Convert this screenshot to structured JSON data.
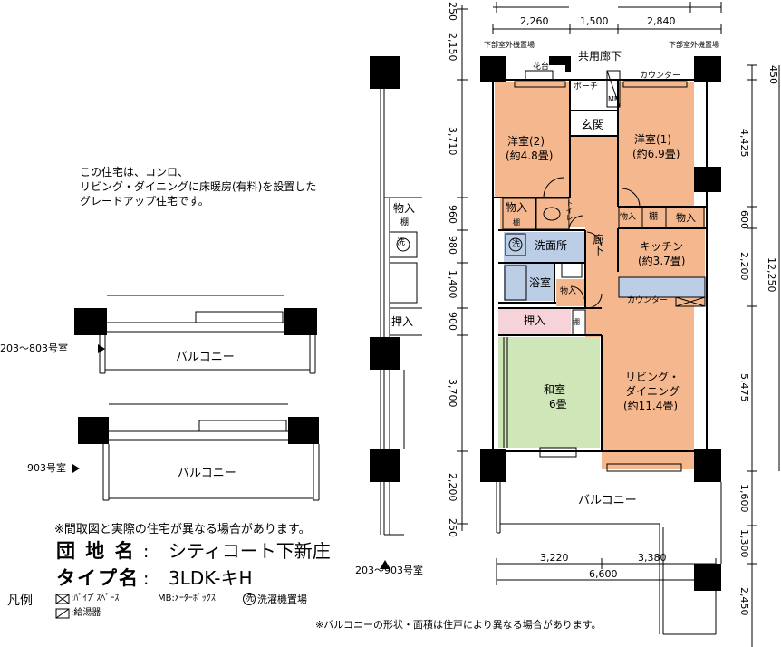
{
  "notes": {
    "intro": [
      "この住宅は、コンロ、",
      "リビング・ダイニングに床暖房(有料)を設置した",
      "グレードアップ住宅です。"
    ],
    "disclaimer1": "※間取図と実際の住宅が異なる場合があります。",
    "disclaimer2": "※バルコニーの形状・面積は住戸により異なる場合があります。"
  },
  "property": {
    "name_label": "団 地 名",
    "name_value": "シティコート下新庄",
    "type_label": "タイプ名",
    "type_value": "3LDK-キH",
    "sep": ":"
  },
  "legend": {
    "title": "凡例",
    "items": [
      ":ﾊﾟｲﾌﾟｽﾍﾟｰｽ",
      "MB:ﾒｰﾀｰﾎﾞｯｸｽ",
      "洗濯機置場",
      ":給湯器"
    ],
    "wash_symbol": "洗"
  },
  "rooms": {
    "western2": [
      "洋室(2)",
      "(約4.8畳)"
    ],
    "western1": [
      "洋室(1)",
      "(約6.9畳)"
    ],
    "entrance": "玄関",
    "porch": "ポーチ",
    "mb": "MB",
    "counter": "カウンター",
    "storage": "物入",
    "shelf": "棚",
    "toilet": "トイレ",
    "washroom": "洗面所",
    "bath": "浴室",
    "corridor": "廊下",
    "kitchen": [
      "キッチン",
      "(約3.7畳)"
    ],
    "oshiire": "押入",
    "japanese": [
      "和室",
      "6畳"
    ],
    "living": [
      "リビング・",
      "ダイニング",
      "(約11.4畳)"
    ],
    "balcony": "バルコニー",
    "common_corridor": "共用廊下",
    "flower": "花台",
    "outdoor_unit": "下部室外機置場"
  },
  "units": {
    "unit_203_803": "203〜803号室",
    "unit_903": "903号室",
    "unit_range": "203〜903号室"
  },
  "dimensions": {
    "top": [
      "2,260",
      "1,500",
      "2,840"
    ],
    "bottom": [
      "3,220",
      "3,380"
    ],
    "bottom_total": "6,600",
    "left": [
      "250",
      "2,150",
      "3,710",
      "960",
      "980",
      "1,400",
      "900",
      "3,700",
      "2,200",
      "250"
    ],
    "right": [
      "450",
      "4,425",
      "600",
      "2,200",
      "5,475",
      "1,600",
      "1,300",
      "2,450"
    ],
    "right_total": "12,250"
  },
  "colors": {
    "room": "#f5b88e",
    "japanese": "#cfe6b8",
    "wet": "#bccde6",
    "oshiire": "#f6d3d9",
    "wall": "#000000"
  }
}
